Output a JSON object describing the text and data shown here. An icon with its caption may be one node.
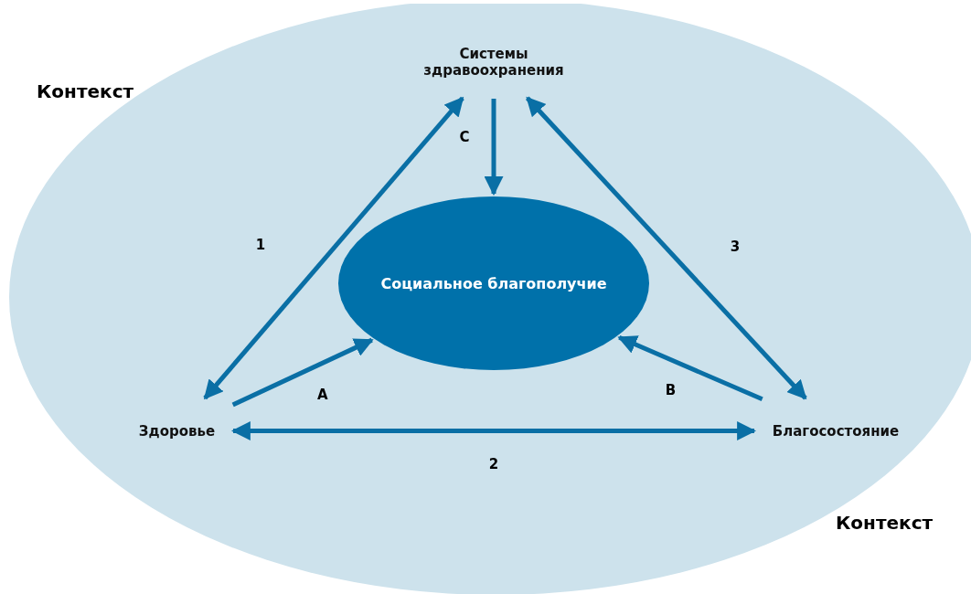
{
  "diagram": {
    "nodes": [
      {
        "text": [
          "Контекст",
          "Контекст"
        ]
      },
      {
        "text": [
          "Системы здравоохранения"
        ],
        "in": 0
      },
      {
        "text": [
          "Социальное благополучие"
        ],
        "in": 0
      },
      {
        "text": [
          "Здоровье"
        ],
        "in": 0
      },
      {
        "text": [
          "Благосостояние"
        ],
        "in": 0
      }
    ],
    "edges": [
      {
        "from": 1,
        "to": 3,
        "arrow": "both",
        "label": "1"
      },
      {
        "from": 3,
        "to": 4,
        "arrow": "both",
        "label": "2"
      },
      {
        "from": 4,
        "to": 1,
        "arrow": "both",
        "label": "3"
      },
      {
        "from": 1,
        "to": 2,
        "arrow": "to",
        "label": "C"
      },
      {
        "from": 3,
        "to": 2,
        "arrow": "to",
        "label": "A"
      },
      {
        "from": 4,
        "to": 2,
        "arrow": "to",
        "label": "B"
      }
    ]
  }
}
